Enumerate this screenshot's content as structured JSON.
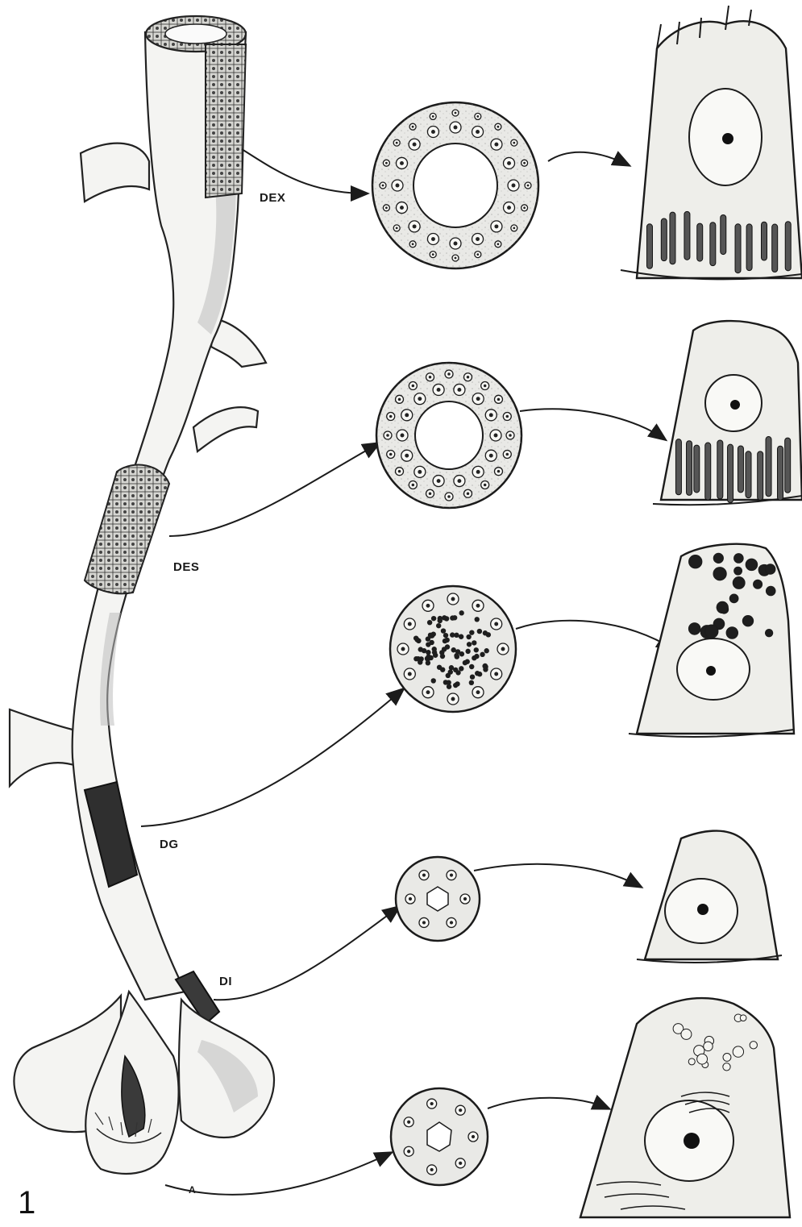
{
  "figure": {
    "number": "1",
    "labels": {
      "dex": "DEX",
      "des": "DES",
      "dg": "DG",
      "di": "DI",
      "a": "A"
    }
  },
  "colors": {
    "ink": "#1b1b1b",
    "paper": "#ffffff",
    "shade": "#bdbdbd"
  }
}
